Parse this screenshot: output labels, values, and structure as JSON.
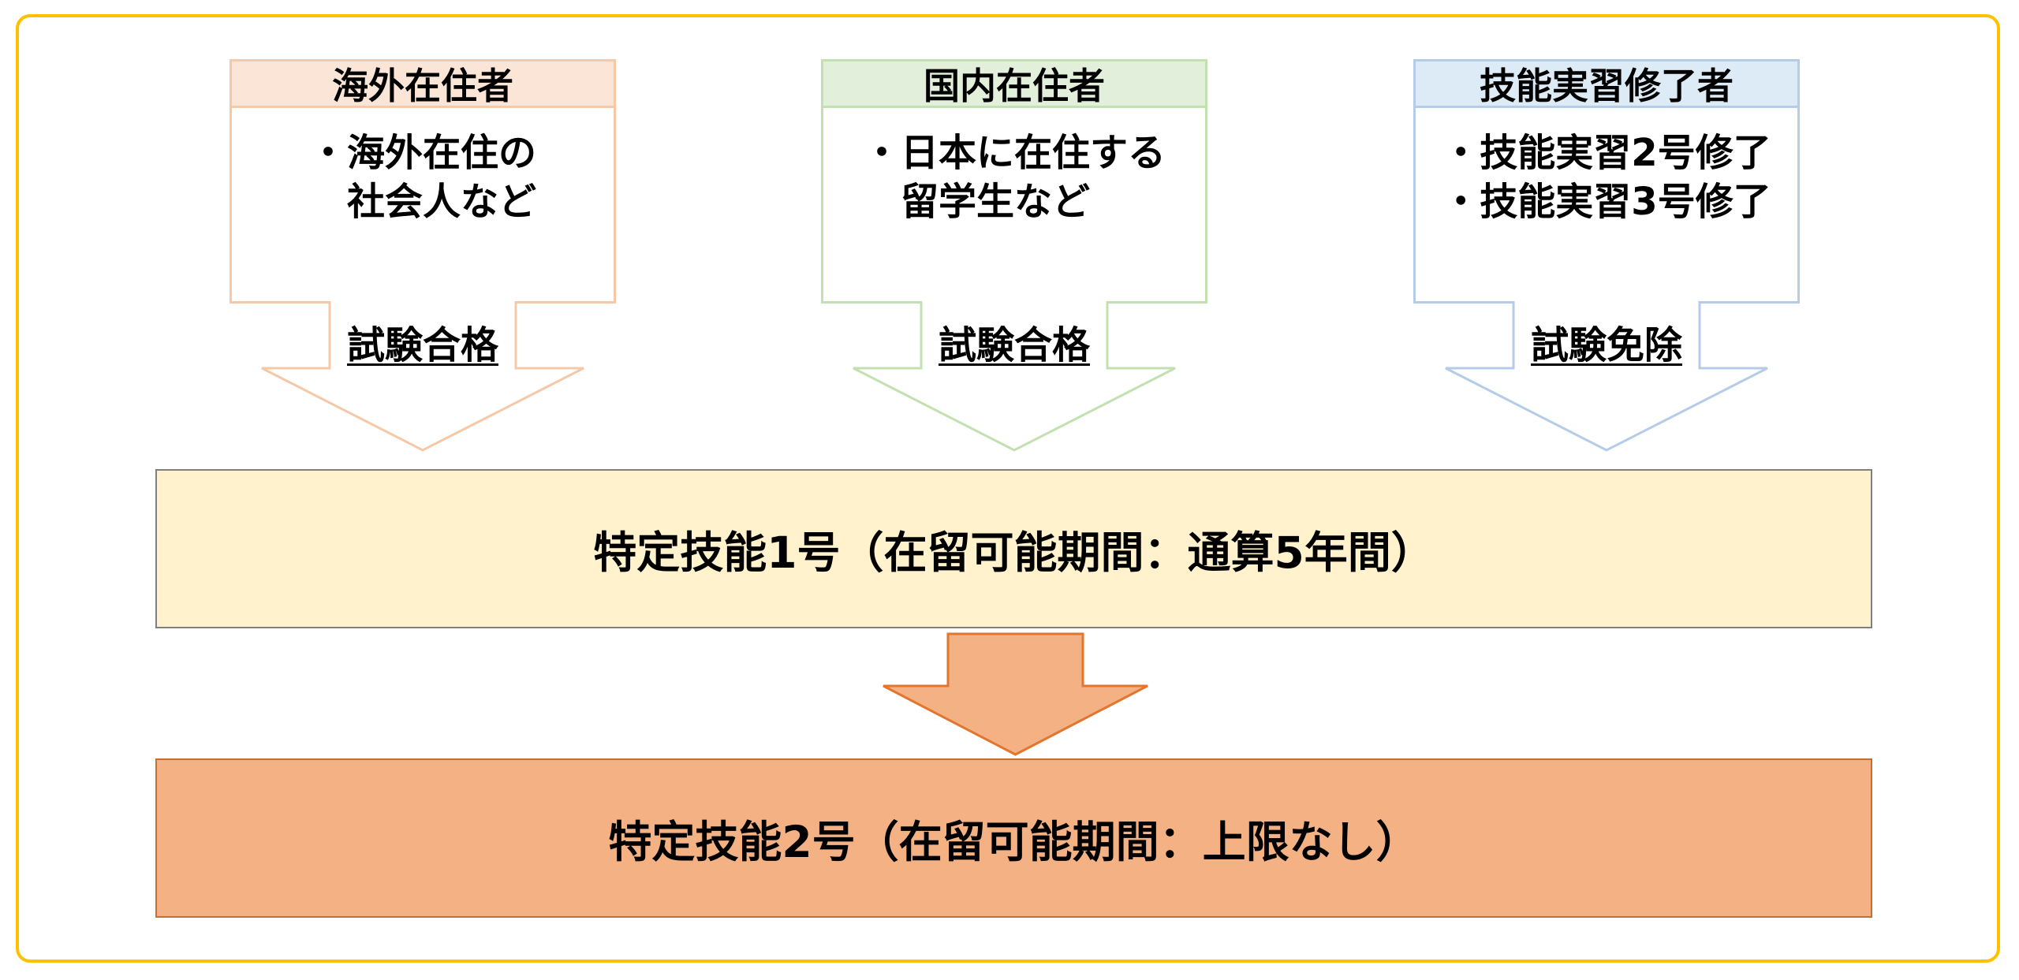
{
  "diagram": {
    "frame_border_color": "#FFC000",
    "columns": [
      {
        "header": "海外在住者",
        "lines": [
          "・海外在住の",
          "　社会人など"
        ],
        "arrow_label": "試験合格",
        "header_fill": "#FBE5D6",
        "border_color": "#F5C8A8"
      },
      {
        "header": "国内在住者",
        "lines": [
          "・日本に在住する",
          "　留学生など"
        ],
        "arrow_label": "試験合格",
        "header_fill": "#E2EFDA",
        "border_color": "#C3E0B0"
      },
      {
        "header": "技能実習修了者",
        "lines": [
          "・技能実習2号修了",
          "・技能実習3号修了"
        ],
        "arrow_label": "試験免除",
        "header_fill": "#DDEBF7",
        "border_color": "#B4CCE8"
      }
    ],
    "level1": {
      "label": "特定技能1号（在留可能期間：通算5年間）",
      "fill": "#FFF2CC",
      "border_color": "#7F7F7F"
    },
    "transition_arrow": {
      "fill": "#F4B183",
      "border_color": "#E0762F"
    },
    "level2": {
      "label": "特定技能2号（在留可能期間：上限なし）",
      "fill": "#F4B183",
      "border_color": "#C86E30"
    }
  }
}
